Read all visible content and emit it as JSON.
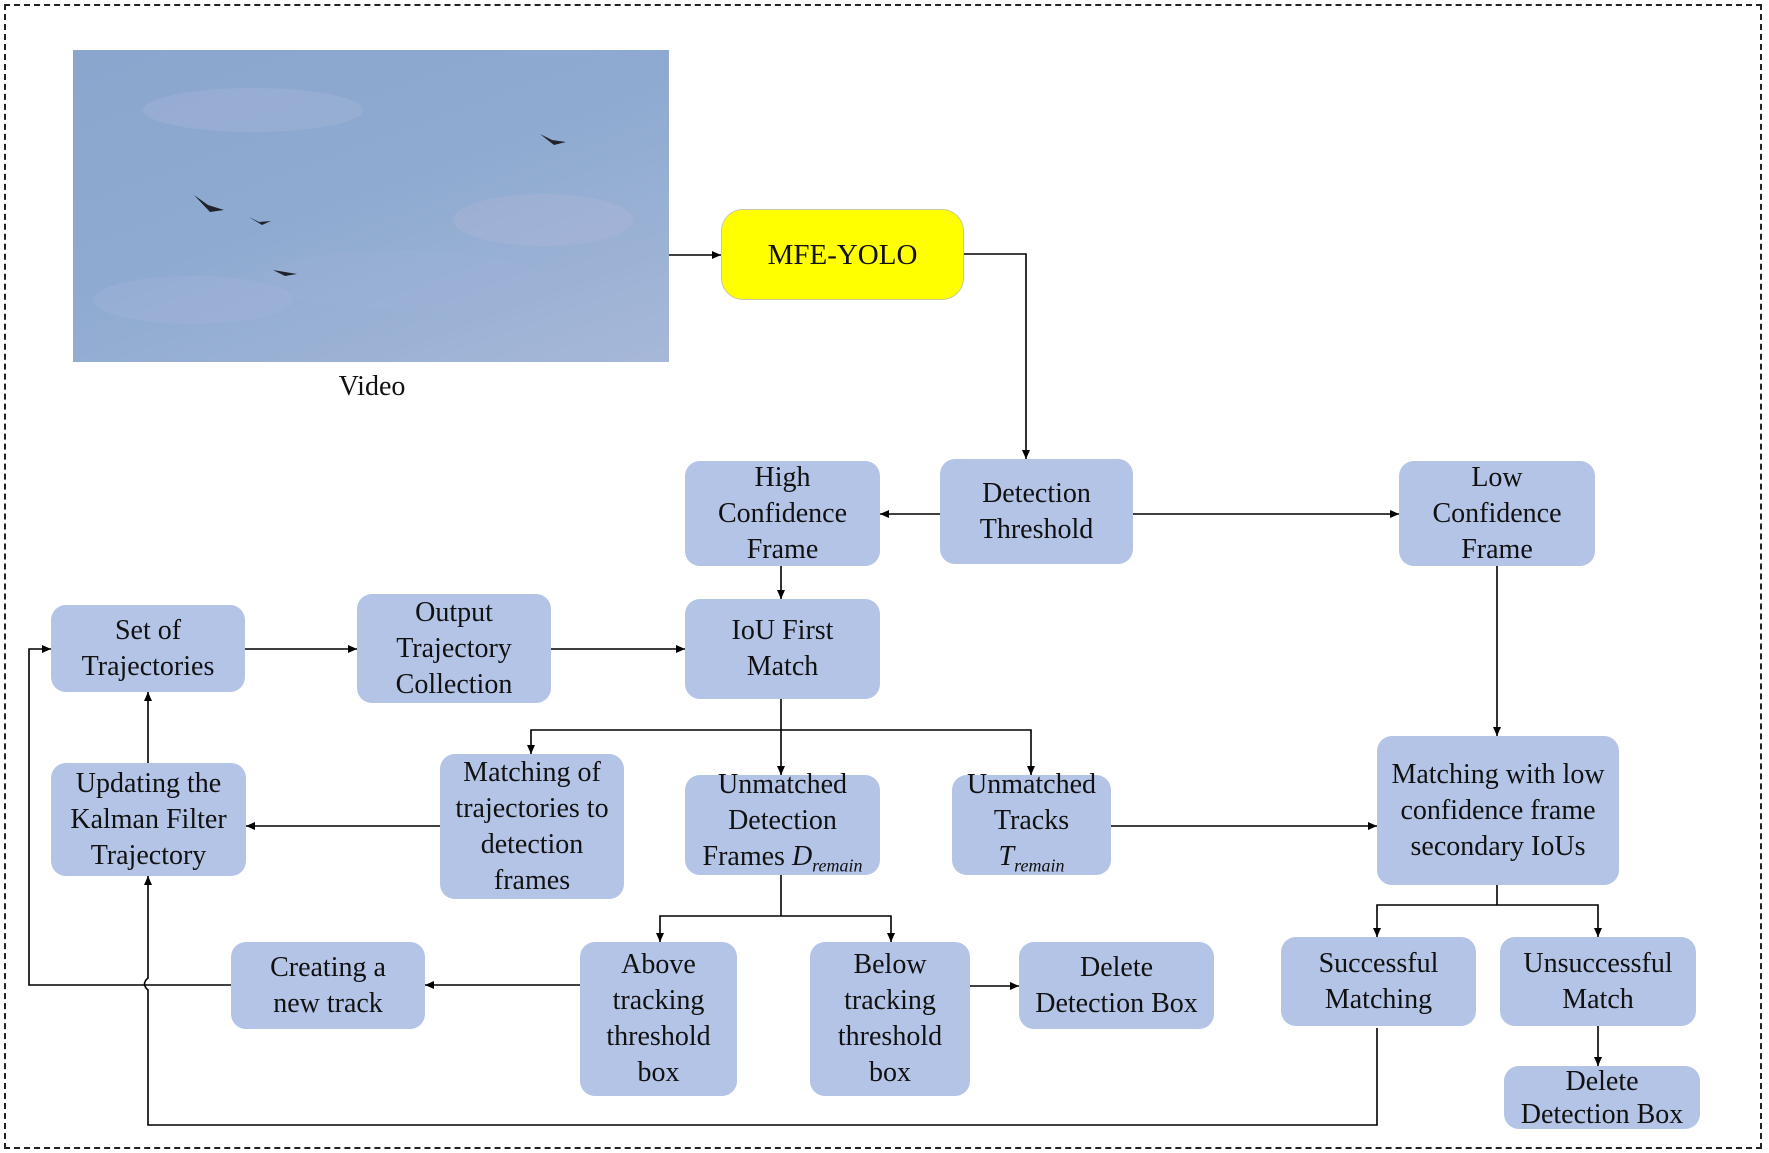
{
  "video": {
    "caption": "Video"
  },
  "nodes": {
    "mfe_yolo": "MFE-YOLO",
    "detection_threshold": "Detection Threshold",
    "high_confidence": "High Confidence Frame",
    "low_confidence": "Low Confidence Frame",
    "set_of_trajectories": "Set of Trajectories",
    "output_trajectory": "Output Trajectory Collection",
    "iou_first_match": "IoU First Match",
    "updating_kalman": "Updating the Kalman Filter Trajectory",
    "matching_trajectories": "Matching of trajectories to detection frames",
    "unmatched_detection": "Unmatched Detection Frames",
    "unmatched_detection_symbol": "D",
    "unmatched_detection_subscript": "remain",
    "unmatched_tracks": "Unmatched Tracks",
    "unmatched_tracks_symbol": "T",
    "unmatched_tracks_subscript": "remain",
    "matching_low_conf": "Matching with low confidence frame secondary IoUs",
    "creating_new_track": "Creating a new track",
    "above_threshold": "Above tracking threshold box",
    "below_threshold": "Below tracking threshold box",
    "delete_detection_1": "Delete Detection Box",
    "successful_matching": "Successful Matching",
    "unsuccessful_match": "Unsuccessful Match",
    "delete_detection_2": "Delete Detection Box"
  },
  "colors": {
    "node_fill": "#b4c4e7",
    "yolo_fill": "#ffff00",
    "sky": "#8eaad0",
    "line": "#000000"
  }
}
